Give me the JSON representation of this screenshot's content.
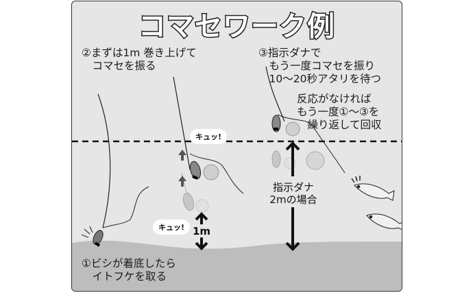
{
  "title": "コマセワーク例",
  "steps": {
    "step1": {
      "line1": "①ビシが着底したら",
      "line2": "　イトフケを取る"
    },
    "step2": {
      "line1": "②まずは1m 巻き上げて",
      "line2": "　コマセを振る"
    },
    "step3": {
      "line1": "③指示ダナで",
      "line2": "　もう一度コマセを振り",
      "line3": "　10〜20秒アタリを待つ"
    },
    "note": {
      "line1": "反応がなければ",
      "line2": "もう一度①〜③を",
      "line3": "　繰り返して回収"
    }
  },
  "labels": {
    "kyu_top": "キュッ!",
    "kyu_bottom": "キュッ!",
    "one_meter": "1m",
    "tana_line1": "指示ダナ",
    "tana_line2": "2mの場合"
  },
  "colors": {
    "background": "#e6e6e6",
    "seabed": "#bdbdbd",
    "ink": "#1a1a1a",
    "frame": "#333333"
  },
  "icons": [
    "fishing-rod-line-icon",
    "bishi-sinker-icon",
    "komase-ball-icon",
    "up-arrow-icon",
    "double-arrow-icon",
    "fish-aji-icon",
    "dashed-tana-line"
  ]
}
